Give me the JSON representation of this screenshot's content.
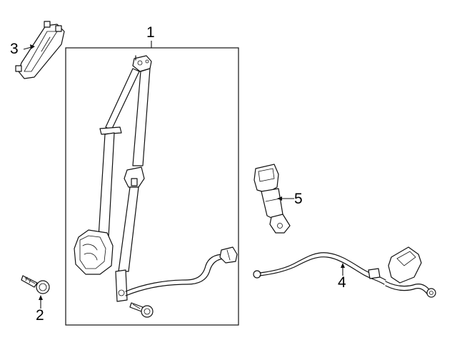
{
  "diagram": {
    "callouts": [
      {
        "id": "1",
        "label": "1"
      },
      {
        "id": "2",
        "label": "2"
      },
      {
        "id": "3",
        "label": "3"
      },
      {
        "id": "4",
        "label": "4"
      },
      {
        "id": "5",
        "label": "5"
      }
    ]
  }
}
